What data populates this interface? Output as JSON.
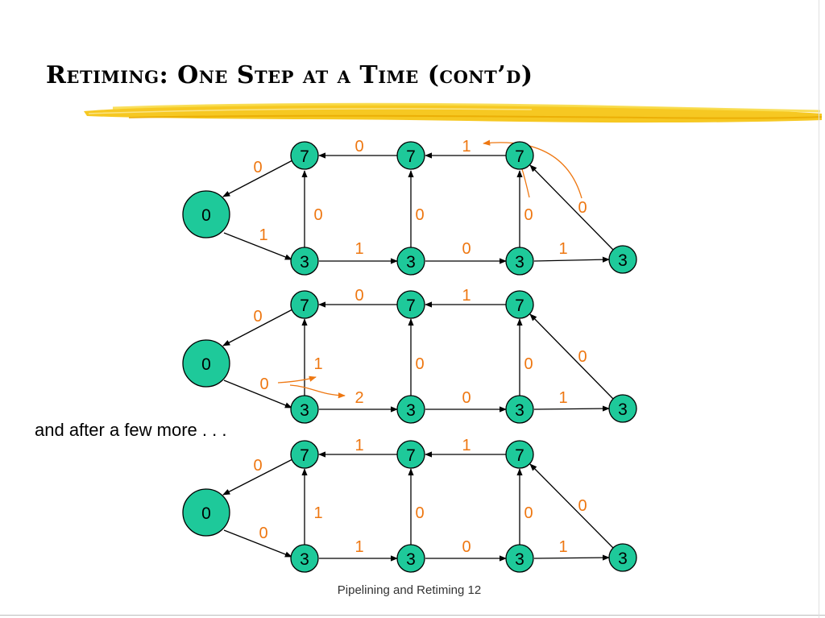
{
  "slide": {
    "title": "Retiming: One Step at a Time (cont’d)",
    "note": "and after a few more . . .",
    "footer": "Pipelining and Retiming 12"
  },
  "colors": {
    "node_fill": "#1ec99a",
    "edge_label": "#ee7711",
    "highlight": "#f5c20a"
  },
  "graphs": [
    {
      "nodes": {
        "host": "0",
        "t1": "7",
        "t2": "7",
        "t3": "7",
        "b1": "3",
        "b2": "3",
        "b3": "3",
        "b4": "3"
      },
      "weights": {
        "t1_host": "0",
        "host_b1": "1",
        "b1_t1": "0",
        "b2_t2": "0",
        "b3_t3": "0",
        "t2_t1": "0",
        "t3_t2": "1",
        "b1_b2": "1",
        "b2_b3": "0",
        "b3_b4": "1",
        "b4_t3": "0"
      }
    },
    {
      "nodes": {
        "host": "0",
        "t1": "7",
        "t2": "7",
        "t3": "7",
        "b1": "3",
        "b2": "3",
        "b3": "3",
        "b4": "3"
      },
      "weights": {
        "t1_host": "0",
        "host_b1": "0",
        "b1_t1": "1",
        "b2_t2": "0",
        "b3_t3": "0",
        "t2_t1": "0",
        "t3_t2": "1",
        "b1_b2": "2",
        "b2_b3": "0",
        "b3_b4": "1",
        "b4_t3": "0"
      }
    },
    {
      "nodes": {
        "host": "0",
        "t1": "7",
        "t2": "7",
        "t3": "7",
        "b1": "3",
        "b2": "3",
        "b3": "3",
        "b4": "3"
      },
      "weights": {
        "t1_host": "0",
        "host_b1": "0",
        "b1_t1": "1",
        "b2_t2": "0",
        "b3_t3": "0",
        "t2_t1": "1",
        "t3_t2": "1",
        "b1_b2": "1",
        "b2_b3": "0",
        "b3_b4": "1",
        "b4_t3": "0"
      }
    }
  ]
}
